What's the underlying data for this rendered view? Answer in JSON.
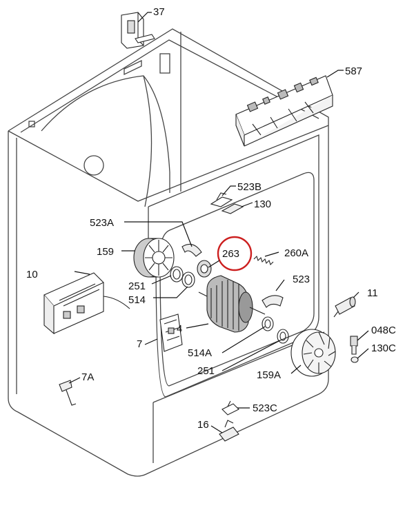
{
  "diagram": {
    "highlight_color": "#cc1f1f",
    "labels": {
      "p37": "37",
      "p587": "587",
      "p523B": "523B",
      "p130": "130",
      "p523A": "523A",
      "p263": "263",
      "p260A": "260A",
      "p159": "159",
      "p10": "10",
      "p251a": "251",
      "p514a": "514",
      "p523": "523",
      "p11": "11",
      "p4": "4",
      "p7": "7",
      "p048C": "048C",
      "p514A": "514A",
      "p130C": "130C",
      "p251b": "251",
      "p159A": "159A",
      "p7A": "7A",
      "p523C": "523C",
      "p16": "16"
    }
  }
}
